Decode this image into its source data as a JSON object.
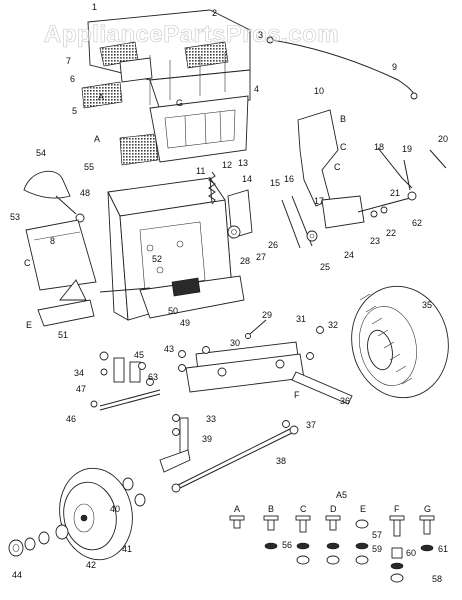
{
  "watermark": "AppliancePartsPros.com",
  "assembly_label": "A5",
  "part_labels": {
    "1": "1",
    "2": "2",
    "3": "3",
    "4": "4",
    "5": "5",
    "6": "6",
    "7": "7",
    "8": "8",
    "9": "9",
    "10": "10",
    "11": "11",
    "12": "12",
    "13": "13",
    "14": "14",
    "15": "15",
    "16": "16",
    "17": "17",
    "18": "18",
    "19": "19",
    "20": "20",
    "21": "21",
    "22": "22",
    "23": "23",
    "24": "24",
    "25": "25",
    "26": "26",
    "27": "27",
    "28": "28",
    "29": "29",
    "30": "30",
    "31": "31",
    "32": "32",
    "33": "33",
    "34": "34",
    "35": "35",
    "36": "36",
    "37": "37",
    "38": "38",
    "39": "39",
    "40": "40",
    "41": "41",
    "42": "42",
    "43": "43",
    "44": "44",
    "45": "45",
    "46": "46",
    "47": "47",
    "48": "48",
    "49": "49",
    "50": "50",
    "51": "51",
    "52": "52",
    "53": "53",
    "54": "54",
    "55": "55",
    "56": "56",
    "57": "57",
    "58": "58",
    "59": "59",
    "60": "60",
    "61": "61",
    "62": "62",
    "63": "63"
  },
  "ref_letters": {
    "A": "A",
    "B": "B",
    "C": "C",
    "D": "D",
    "E": "E",
    "F": "F",
    "G": "G"
  },
  "hardware_kit": {
    "letters": [
      "A",
      "B",
      "C",
      "D",
      "E",
      "F",
      "G"
    ]
  }
}
